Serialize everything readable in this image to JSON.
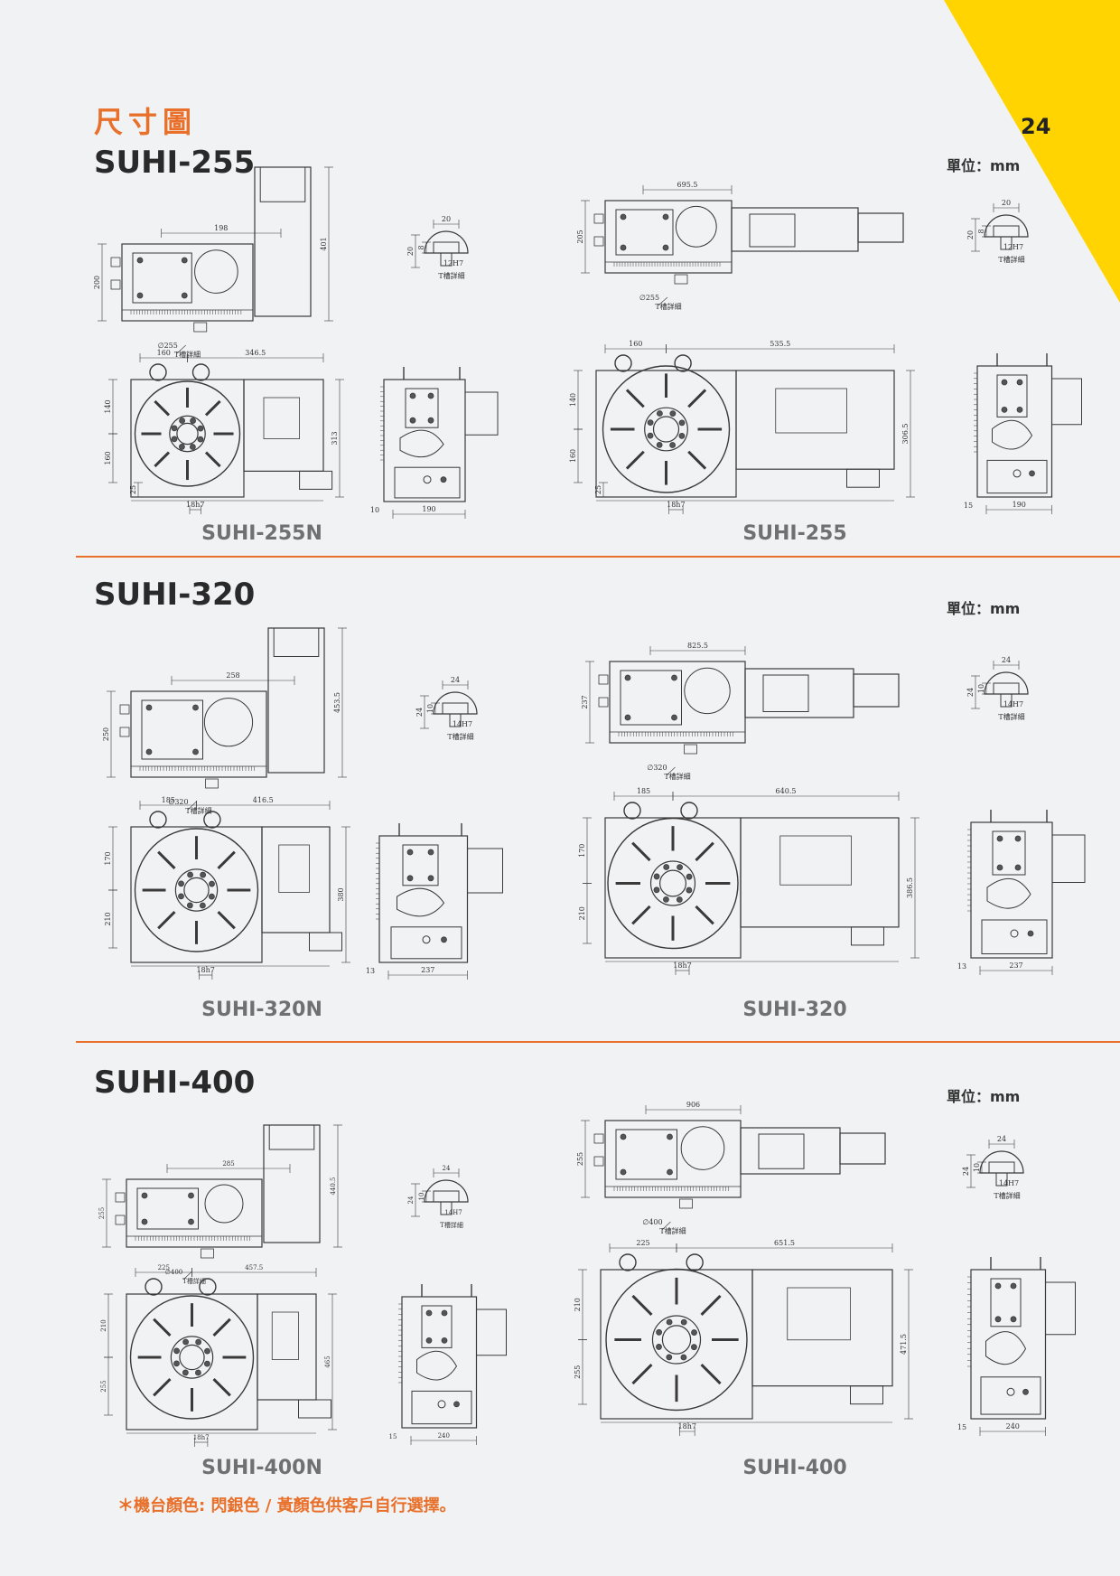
{
  "page": {
    "number": "24",
    "header": "尺寸圖"
  },
  "sections": [
    {
      "title": "SUHI-255",
      "unit": "單位：mm",
      "left_caption": "SUHI-255N",
      "right_caption": "SUHI-255",
      "dims": {
        "n_top_w": "198",
        "n_h": "200",
        "n_tall": "401",
        "n_dia": "∅255",
        "n_slot_label": "T槽詳細",
        "n_face_a": "160",
        "n_face_b": "346.5",
        "n_face_h1": "140",
        "n_face_h2": "160",
        "n_face_h3": "25",
        "n_key": "18h7",
        "n_side_h": "313",
        "n_side_w": "190",
        "n_side_l": "10",
        "t_w": "20",
        "t_h": "20",
        "t_d": "8",
        "t_slot": "12H7",
        "t_label": "T槽詳細",
        "r_top_w": "695.5",
        "r_h": "205",
        "r_dia": "∅255",
        "r_slot_label": "T槽詳細",
        "r_face_a": "160",
        "r_face_b": "535.5",
        "r_face_h1": "140",
        "r_face_h2": "160",
        "r_face_h3": "25",
        "r_key": "18h7",
        "r_side_h": "306.5",
        "r_side_w": "190",
        "r_side_l": "15"
      }
    },
    {
      "title": "SUHI-320",
      "unit": "單位：mm",
      "left_caption": "SUHI-320N",
      "right_caption": "SUHI-320",
      "dims": {
        "n_top_w": "258",
        "n_h": "250",
        "n_tall": "453.5",
        "n_dia": "∅320",
        "n_slot_label": "T槽詳細",
        "n_face_a": "185",
        "n_face_b": "416.5",
        "n_face_h1": "170",
        "n_face_h2": "210",
        "n_face_h3": "",
        "n_key": "18h7",
        "n_side_h": "380",
        "n_side_w": "237",
        "n_side_l": "13",
        "t_w": "24",
        "t_h": "24",
        "t_d": "10",
        "t_slot": "14H7",
        "t_label": "T槽詳細",
        "r_top_w": "825.5",
        "r_h": "237",
        "r_dia": "∅320",
        "r_slot_label": "T槽詳細",
        "r_face_a": "185",
        "r_face_b": "640.5",
        "r_face_h1": "170",
        "r_face_h2": "210",
        "r_face_h3": "",
        "r_key": "18h7",
        "r_side_h": "386.5",
        "r_side_w": "237",
        "r_side_l": "13"
      }
    },
    {
      "title": "SUHI-400",
      "unit": "單位：mm",
      "left_caption": "SUHI-400N",
      "right_caption": "SUHI-400",
      "dims": {
        "n_top_w": "285",
        "n_h": "255",
        "n_tall": "440.5",
        "n_dia": "∅400",
        "n_slot_label": "T槽詳細",
        "n_face_a": "225",
        "n_face_b": "457.5",
        "n_face_h1": "210",
        "n_face_h2": "255",
        "n_face_h3": "",
        "n_key": "18h7",
        "n_side_h": "465",
        "n_side_w": "240",
        "n_side_l": "15",
        "t_w": "24",
        "t_h": "24",
        "t_d": "10",
        "t_slot": "14H7",
        "t_label": "T槽詳細",
        "r_top_w": "906",
        "r_h": "255",
        "r_dia": "∅400",
        "r_slot_label": "T槽詳細",
        "r_face_a": "225",
        "r_face_b": "651.5",
        "r_face_h1": "210",
        "r_face_h2": "255",
        "r_face_h3": "",
        "r_key": "18h7",
        "r_side_h": "471.5",
        "r_side_w": "240",
        "r_side_l": "15"
      }
    }
  ],
  "footnote": "＊機台顏色: 閃銀色 / 黃顏色供客戶自行選擇。",
  "colors": {
    "accent": "#e8702a",
    "corner": "#ffd400",
    "background": "#f1f2f3"
  }
}
